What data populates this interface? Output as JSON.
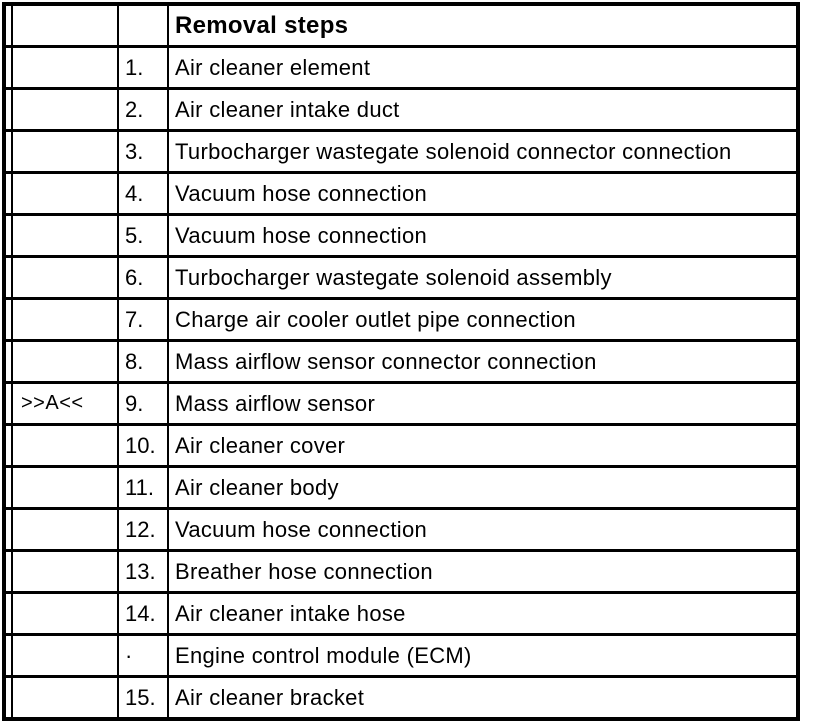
{
  "colors": {
    "background": "#ffffff",
    "border": "#000000",
    "text": "#000000"
  },
  "table": {
    "name": "removal-steps-table",
    "header": {
      "title": "Removal steps"
    },
    "columns": [
      "gutter",
      "marker",
      "step-number",
      "step-description"
    ],
    "rows": [
      {
        "marker": "",
        "num": "1.",
        "desc": "Air cleaner element"
      },
      {
        "marker": "",
        "num": "2.",
        "desc": "Air cleaner intake duct"
      },
      {
        "marker": "",
        "num": "3.",
        "desc": "Turbocharger wastegate solenoid connector connection"
      },
      {
        "marker": "",
        "num": "4.",
        "desc": "Vacuum hose connection"
      },
      {
        "marker": "",
        "num": "5.",
        "desc": "Vacuum hose connection"
      },
      {
        "marker": "",
        "num": "6.",
        "desc": "Turbocharger wastegate solenoid assembly"
      },
      {
        "marker": "",
        "num": "7.",
        "desc": "Charge air cooler outlet pipe connection"
      },
      {
        "marker": "",
        "num": "8.",
        "desc": "Mass airflow sensor connector connection"
      },
      {
        "marker": ">>A<<",
        "num": "9.",
        "desc": "Mass airflow sensor"
      },
      {
        "marker": "",
        "num": "10.",
        "desc": "Air cleaner cover"
      },
      {
        "marker": "",
        "num": "11.",
        "desc": "Air cleaner body"
      },
      {
        "marker": "",
        "num": "12.",
        "desc": "Vacuum hose connection"
      },
      {
        "marker": "",
        "num": "13.",
        "desc": "Breather hose connection"
      },
      {
        "marker": "",
        "num": "14.",
        "desc": "Air cleaner intake hose"
      },
      {
        "marker": "",
        "num": "·",
        "desc": "Engine control module (ECM)"
      },
      {
        "marker": "",
        "num": "15.",
        "desc": "Air cleaner bracket"
      }
    ]
  }
}
